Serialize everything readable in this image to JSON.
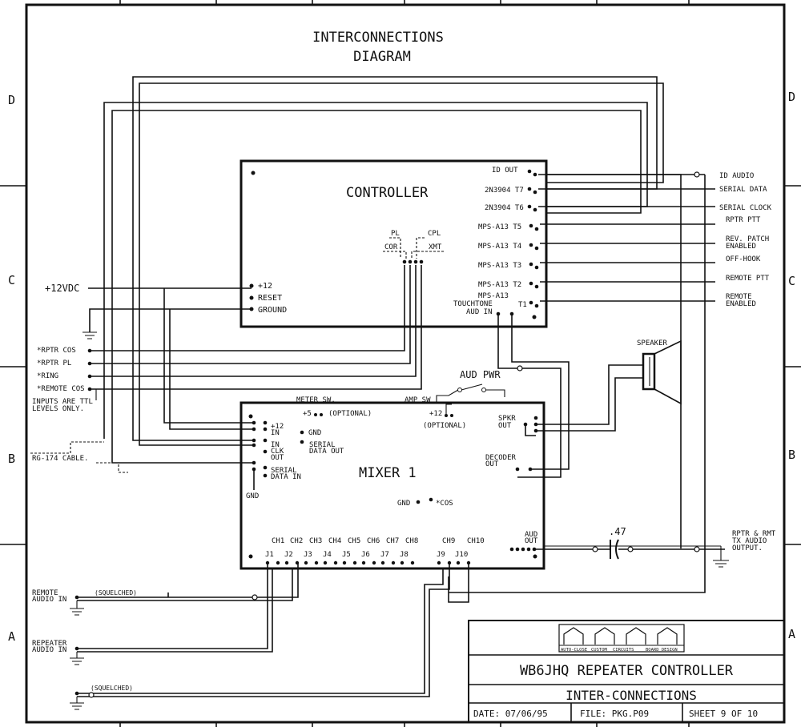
{
  "title": {
    "line1": "INTERCONNECTIONS",
    "line2": "DIAGRAM"
  },
  "border": {
    "left_labels": [
      "D",
      "C",
      "B",
      "A"
    ],
    "right_labels": [
      "D",
      "C",
      "B",
      "A"
    ]
  },
  "controller": {
    "name": "CONTROLLER",
    "left_pins": [
      "+12",
      "RESET",
      "GROUND"
    ],
    "mid_labels": [
      "PL",
      "CPL",
      "COR",
      "XMT"
    ],
    "right_pins": [
      "ID OUT",
      "2N3904 T7",
      "2N3904 T6",
      "MPS-A13 T5",
      "MPS-A13 T4",
      "MPS-A13 T3",
      "MPS-A13 T2",
      "MPS-A13",
      "T1"
    ],
    "touchtone": [
      "TOUCHTONE",
      "AUD IN"
    ]
  },
  "right_signals": [
    "ID AUDIO",
    "SERIAL DATA",
    "SERIAL CLOCK",
    "RPTR PTT",
    "REV. PATCH",
    "ENABLED",
    "OFF-HOOK",
    "REMOTE PTT",
    "REMOTE",
    "ENABLED"
  ],
  "power_label": "+12VDC",
  "inputs": {
    "items": [
      "*RPTR COS",
      "*RPTR PL",
      "*RING",
      "*REMOTE COS"
    ],
    "note": [
      "INPUTS ARE TTL",
      "LEVELS ONLY."
    ],
    "cable": "RG-174 CABLE."
  },
  "mixer": {
    "name": "MIXER 1",
    "meter_sw": "METER SW.",
    "plus5": "+5",
    "optional": "(OPTIONAL)",
    "amp_sw": "AMP SW",
    "plus12": "+12",
    "aud_pwr": "AUD PWR",
    "left_pins": [
      "+12",
      "IN",
      "GND",
      "IN",
      "CLK",
      "OUT",
      "SERIAL",
      "DATA IN"
    ],
    "serial_out": [
      "SERIAL",
      "DATA OUT"
    ],
    "gnd": "GND",
    "spkr_out": [
      "SPKR",
      "OUT"
    ],
    "decoder_out": [
      "DECODER",
      "OUT"
    ],
    "gnd_cos": [
      "GND",
      "*COS"
    ],
    "aud_out": [
      "AUD",
      "OUT"
    ],
    "channels": [
      "CH1",
      "CH2",
      "CH3",
      "CH4",
      "CH5",
      "CH6",
      "CH7",
      "CH8",
      "CH9",
      "CH10"
    ],
    "jacks": [
      "J1",
      "J2",
      "J3",
      "J4",
      "J5",
      "J6",
      "J7",
      "J8",
      "J9",
      "J10"
    ]
  },
  "speaker": "SPEAKER",
  "capacitor": ".47",
  "output_label": [
    "RPTR & RMT",
    "TX AUDIO",
    "OUTPUT."
  ],
  "audio_inputs": {
    "remote": [
      "REMOTE",
      "AUDIO IN"
    ],
    "repeater": [
      "REPEATER",
      "AUDIO IN"
    ],
    "squelched": "(SQUELCHED)"
  },
  "title_block": {
    "logos": [
      "AUTO-CLOSE",
      "CUSTOM",
      "CIRCUITS",
      "BOARD DESIGN"
    ],
    "project": "WB6JHQ REPEATER CONTROLLER",
    "sheet_title": "INTER-CONNECTIONS",
    "date": "DATE: 07/06/95",
    "file": "FILE: PKG.P09",
    "sheet": "SHEET 9 OF 10"
  }
}
